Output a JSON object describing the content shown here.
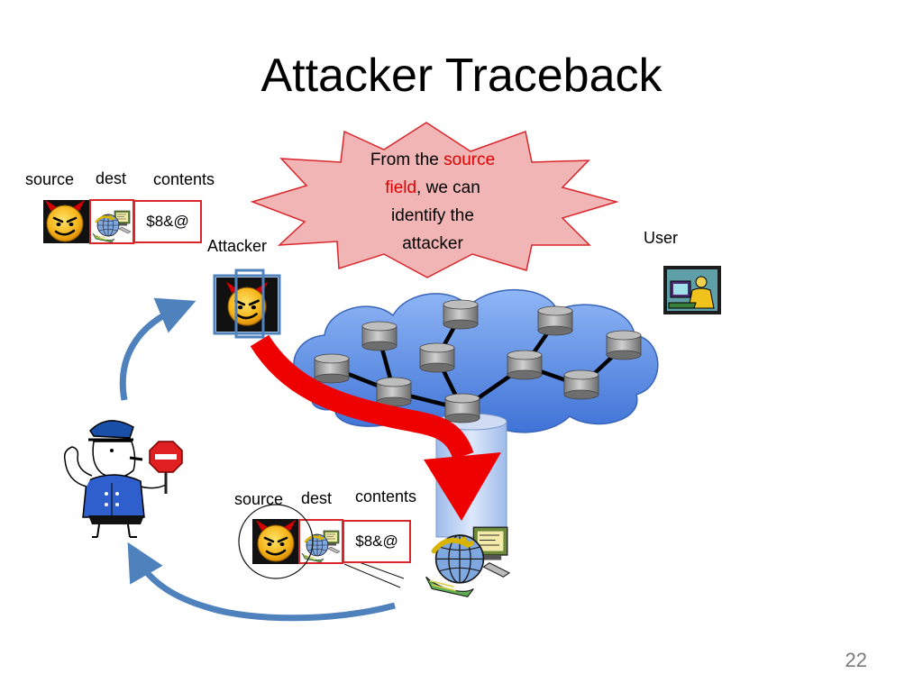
{
  "title": "Attacker Traceback",
  "top_packet": {
    "labels": {
      "source": "source",
      "dest": "dest",
      "contents": "contents"
    },
    "payload": "$8&@"
  },
  "bottom_packet": {
    "labels": {
      "source": "source",
      "dest": "dest",
      "contents": "contents"
    },
    "payload": "$8&@"
  },
  "attacker_label": "Attacker",
  "user_label": "User",
  "callout": {
    "line1_prefix": "From the ",
    "highlight1": "source",
    "highlight2": "field",
    "line2_suffix": ", we can",
    "line3": "identify the",
    "line4": "attacker"
  },
  "page_number": "22",
  "colors": {
    "highlight": "#e00000",
    "packet_border": "#d9262b",
    "flow_arrow": "#ee0000",
    "feedback_arrow": "#4f81bd",
    "cloud": "#5b8ee6",
    "callout_fill": "#f2b5b5",
    "callout_stroke": "#d9262b"
  },
  "icons": {
    "attacker": "devil-face-icon",
    "user": "user-at-computer-icon",
    "router": "router-cylinder-icon",
    "network": "computer-network-globe-icon",
    "police": "police-officer-icon",
    "stop_sign": "stop-sign-icon"
  }
}
